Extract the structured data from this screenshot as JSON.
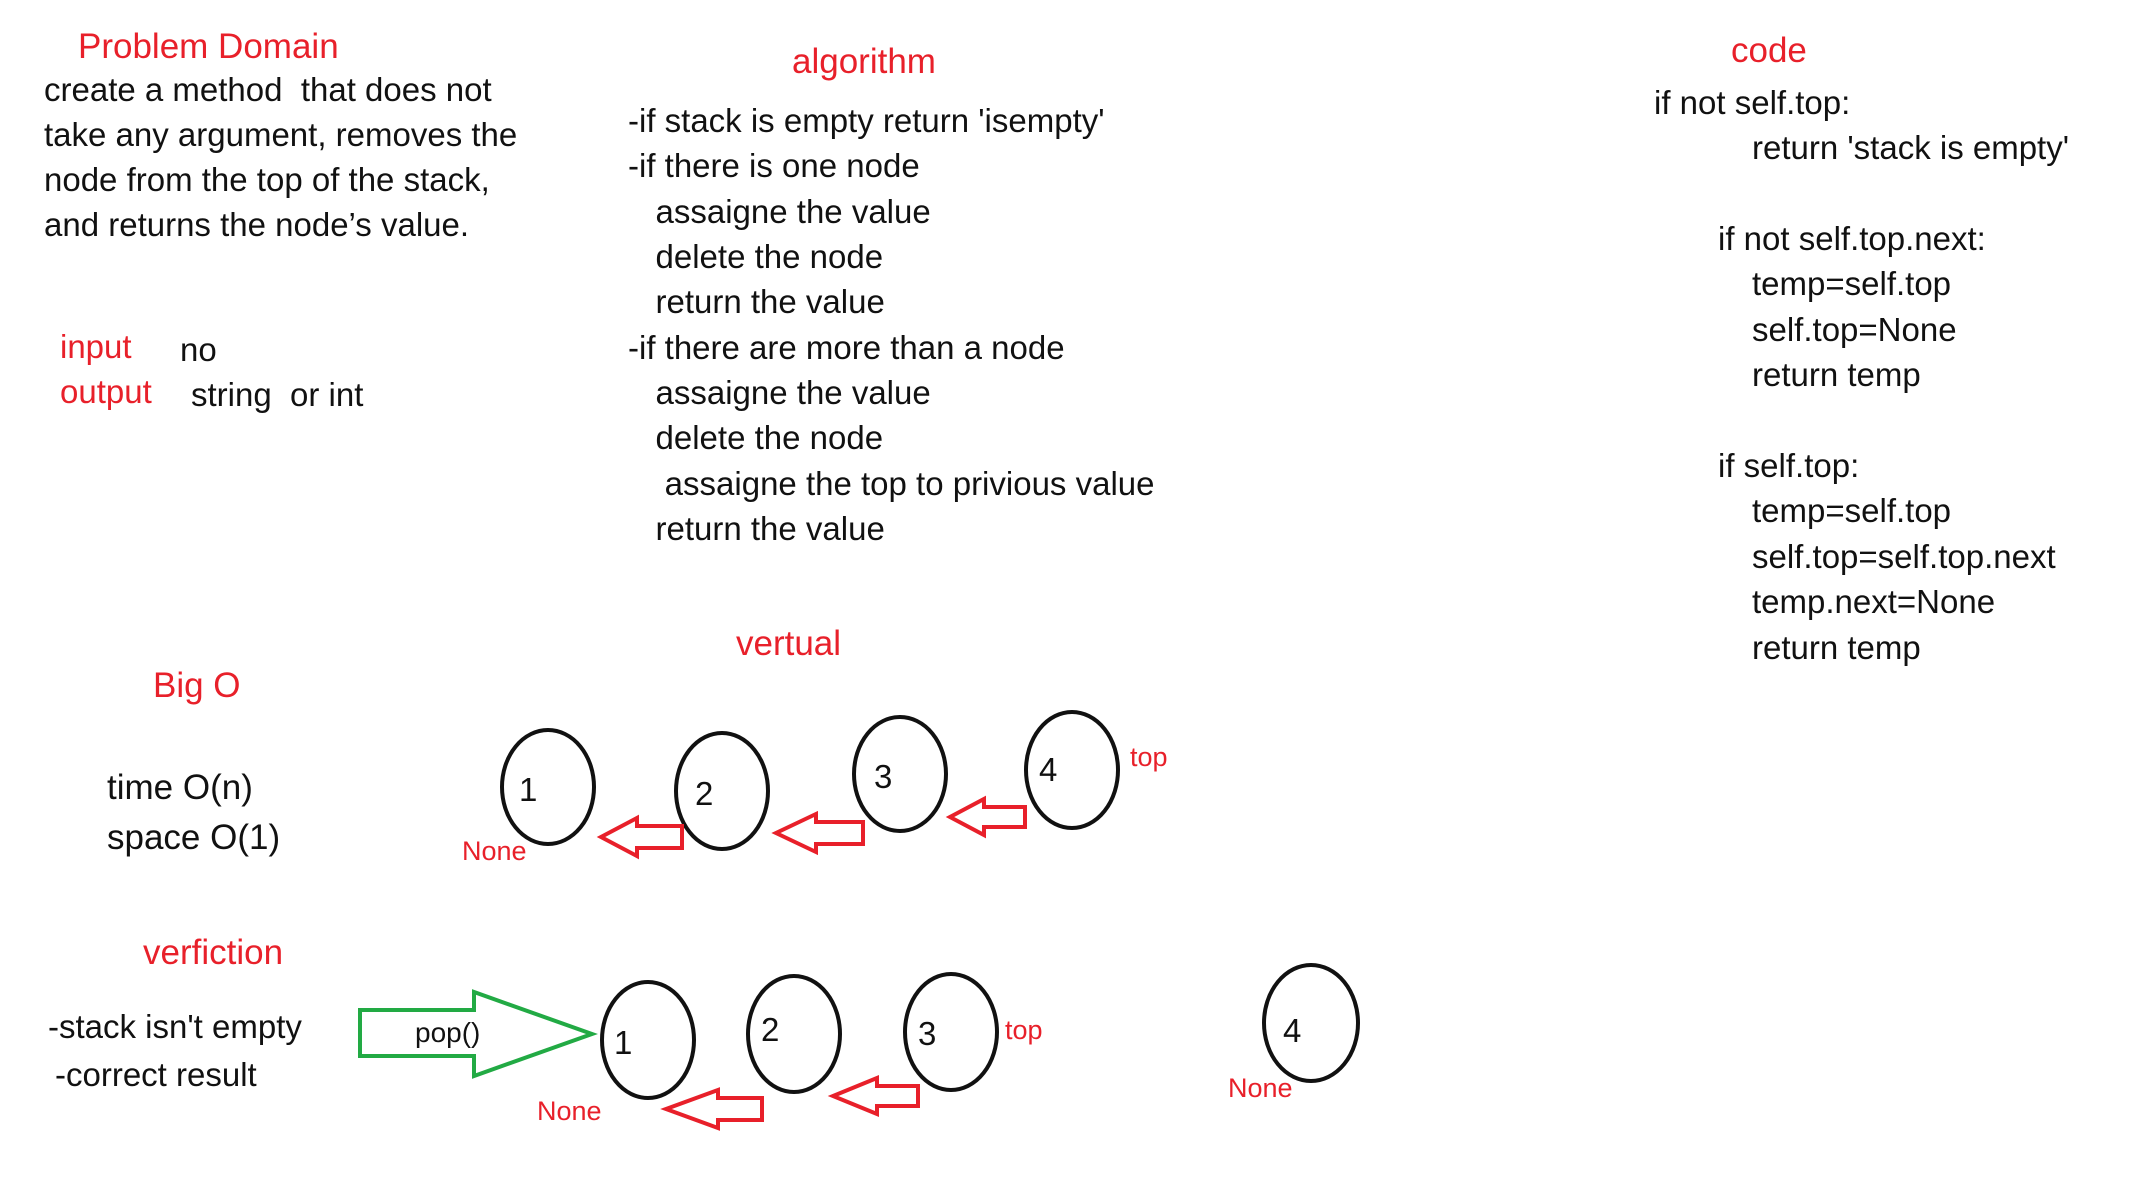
{
  "colors": {
    "heading": "#e8202a",
    "text": "#111111",
    "arrow_red": "#e8202a",
    "arrow_green": "#22aa44"
  },
  "problem_domain": {
    "heading": "Problem Domain",
    "lines": [
      "create a method  that does not",
      "take any argument, removes the",
      "node from the top of the stack,",
      "and returns the node’s value."
    ],
    "input_label": "input",
    "input_value": "no",
    "output_label": "output",
    "output_value": "string  or int"
  },
  "algorithm": {
    "heading": "algorithm",
    "lines": [
      "-if stack is empty return 'isempty'",
      "-if there is one node",
      "   assaigne the value",
      "   delete the node",
      "   return the value",
      "-if there are more than a node",
      "   assaigne the value",
      "   delete the node",
      "    assaigne the top to privious value",
      "   return the value"
    ]
  },
  "code": {
    "heading": "code",
    "lines": [
      "if not self.top:",
      "return 'stack is empty'",
      "if not self.top.next:",
      "temp=self.top",
      "self.top=None",
      "return temp",
      "if self.top:",
      "temp=self.top",
      "self.top=self.top.next",
      "temp.next=None",
      "return temp"
    ]
  },
  "big_o": {
    "heading": "Big O",
    "time": "time O(n)",
    "space": "space O(1)"
  },
  "visual": {
    "heading": "vertual",
    "nodes": [
      "1",
      "2",
      "3",
      "4"
    ],
    "top_label": "top",
    "none_label": "None"
  },
  "verification": {
    "heading": "verfiction",
    "checks": [
      "-stack isn't empty",
      "-correct result"
    ],
    "pop_label": "pop()",
    "nodes": [
      "1",
      "2",
      "3"
    ],
    "top_label": "top",
    "none_label": "None",
    "popped_node": "4",
    "popped_none_label": "None"
  }
}
